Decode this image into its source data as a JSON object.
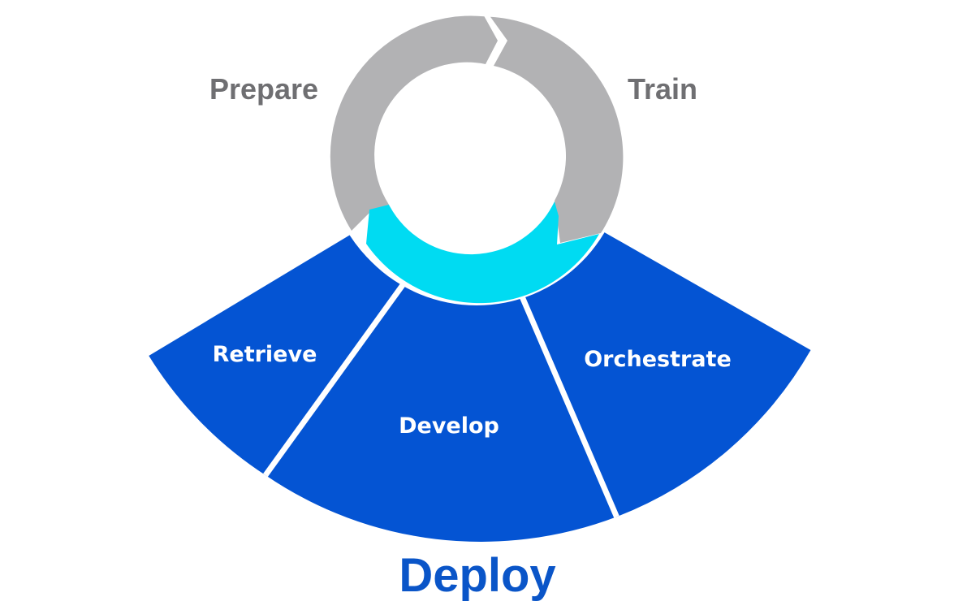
{
  "diagram": {
    "title": "Deploy",
    "cycle": {
      "prepare_label": "Prepare",
      "train_label": "Train"
    },
    "sectors": [
      {
        "label": "Retrieve"
      },
      {
        "label": "Develop"
      },
      {
        "label": "Orchestrate"
      }
    ]
  },
  "colors": {
    "cycle_gray": "#b2b2b4",
    "cycle_text": "#6f6f72",
    "deploy_highlight": "#00dbf2",
    "sector_blue": "#0454d3",
    "title_blue": "#0a55c8",
    "sector_text": "#ffffff",
    "background": "#ffffff"
  }
}
